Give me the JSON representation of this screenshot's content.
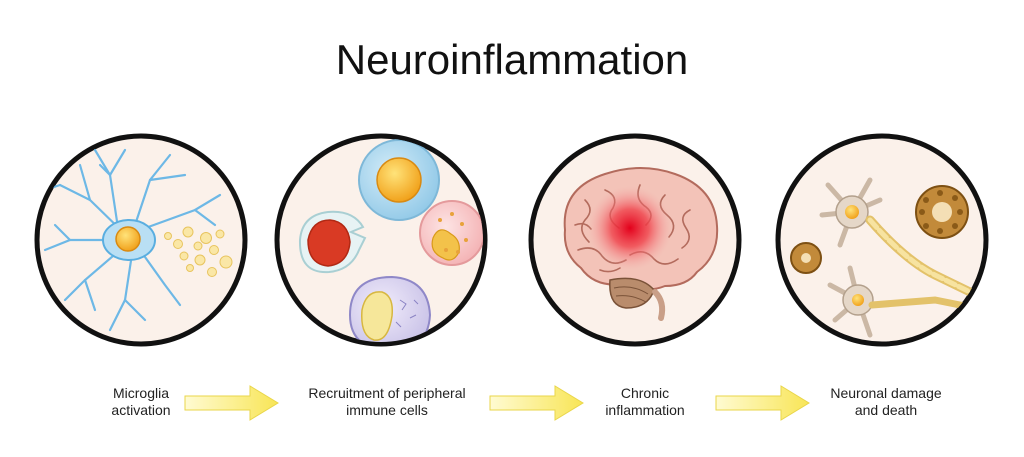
{
  "title": "Neuroinflammation",
  "stages": [
    {
      "name": "microglia-activation",
      "line1": "Microglia",
      "line2": "activation"
    },
    {
      "name": "recruitment",
      "line1": "Recruitment of peripheral",
      "line2": "immune cells"
    },
    {
      "name": "chronic-inflammation",
      "line1": "Chronic",
      "line2": "inflammation"
    },
    {
      "name": "neuronal-damage",
      "line1": "Neuronal damage",
      "line2": "and death"
    }
  ],
  "colors": {
    "circle_bg": "#fbf1ea",
    "circle_border": "#111111",
    "microglia": "#7dc3ea",
    "nucleus": "#f4b02a",
    "inflammation_red": "#e5322d",
    "brain": "#f3c3b8",
    "neuron": "#d9cbbd",
    "arrow": "#fdf07a"
  }
}
